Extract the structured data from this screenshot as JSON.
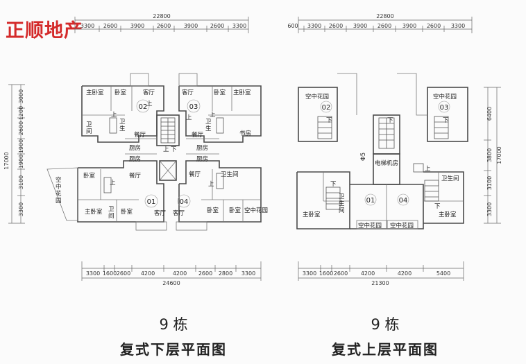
{
  "brand": {
    "name": "正顺地产",
    "color": "#d42a2a"
  },
  "lower": {
    "top_total": "22800",
    "top_dims": [
      "3300",
      "2600",
      "3900",
      "2600",
      "3900",
      "2600",
      "3300"
    ],
    "bottom_dims": [
      "3300",
      "1600",
      "2600",
      "4200",
      "4200",
      "2600",
      "2800",
      "3300"
    ],
    "bottom_total": "24600",
    "left_dims": [
      "3000",
      "1200",
      "2600",
      "1900",
      "1900",
      "3100",
      "3300"
    ],
    "left_total": "17000",
    "unit_labels": [
      "02",
      "03",
      "01",
      "04"
    ],
    "rooms": {
      "master_bed": "主卧室",
      "bedroom": "卧室",
      "living": "客厅",
      "dining": "餐厅",
      "kitchen": "厨房",
      "bath_a": "卫",
      "bath_b": "生",
      "bath_c": "间",
      "bath_full": "卫生间",
      "study": "书房",
      "sky_garden": "空中花园",
      "up": "上",
      "down": "下"
    },
    "caption_building": "9 栋",
    "caption_title": "复式下层平面图"
  },
  "upper": {
    "top_total": "22800",
    "top_dims": [
      "600",
      "3300",
      "2600",
      "3900",
      "2600",
      "3900",
      "2600",
      "3300"
    ],
    "bottom_dims": [
      "3300",
      "1600",
      "2600",
      "4200",
      "4200",
      "5400"
    ],
    "bottom_total": "21300",
    "right_dims": [
      "6400",
      "3800",
      "3100",
      "3300"
    ],
    "right_total": "17000",
    "unit_labels": [
      "02",
      "03",
      "01",
      "04"
    ],
    "rooms": {
      "sky_garden": "空中花园",
      "elevator_room": "电梯机房",
      "master_bed": "主卧室",
      "bath_full": "卫生间",
      "bath_a": "卫",
      "bath_b": "生",
      "bath_c": "间",
      "up": "上",
      "down": "下",
      "shaft": "Φ5"
    },
    "caption_building": "9 栋",
    "caption_title": "复式上层平面图"
  }
}
